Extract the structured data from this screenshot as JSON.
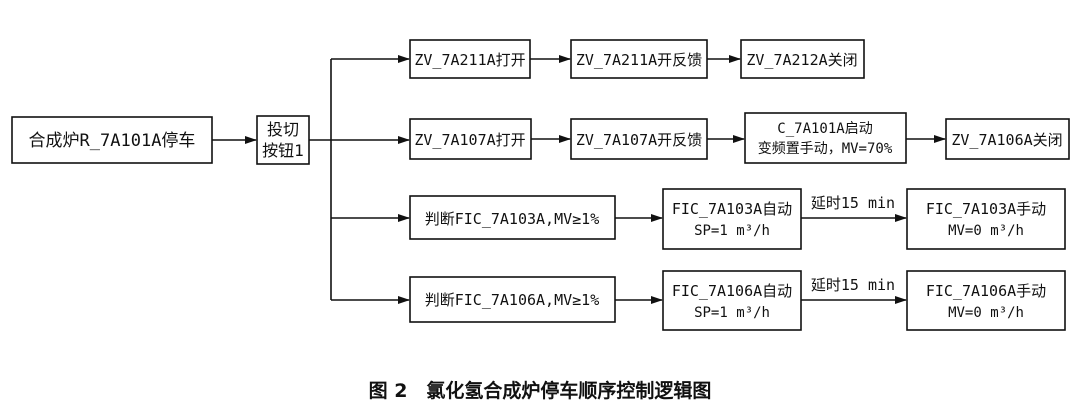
{
  "nodes": {
    "start": "合成炉R_7A101A停车",
    "switch_line1": "投切",
    "switch_line2": "按钮1",
    "r1_open": "ZV_7A211A打开",
    "r1_feedback": "ZV_7A211A开反馈",
    "r1_close": "ZV_7A212A关闭",
    "r2_open": "ZV_7A107A打开",
    "r2_feedback": "ZV_7A107A开反馈",
    "r2_start_line1": "C_7A101A启动",
    "r2_start_line2": "变频置手动，MV=70%",
    "r2_close": "ZV_7A106A关闭",
    "r3_judge": "判断FIC_7A103A,MV≥1%",
    "r3_auto_line1": "FIC_7A103A自动",
    "r3_auto_line2": "SP=1 m³/h",
    "r3_manual_line1": "FIC_7A103A手动",
    "r3_manual_line2": "MV=0 m³/h",
    "r4_judge": "判断FIC_7A106A,MV≥1%",
    "r4_auto_line1": "FIC_7A106A自动",
    "r4_auto_line2": "SP=1 m³/h",
    "r4_manual_line1": "FIC_7A106A手动",
    "r4_manual_line2": "MV=0 m³/h"
  },
  "edge_labels": {
    "r3_delay": "延时15 min",
    "r4_delay": "延时15 min"
  },
  "caption": "图 2　氯化氢合成炉停车顺序控制逻辑图"
}
